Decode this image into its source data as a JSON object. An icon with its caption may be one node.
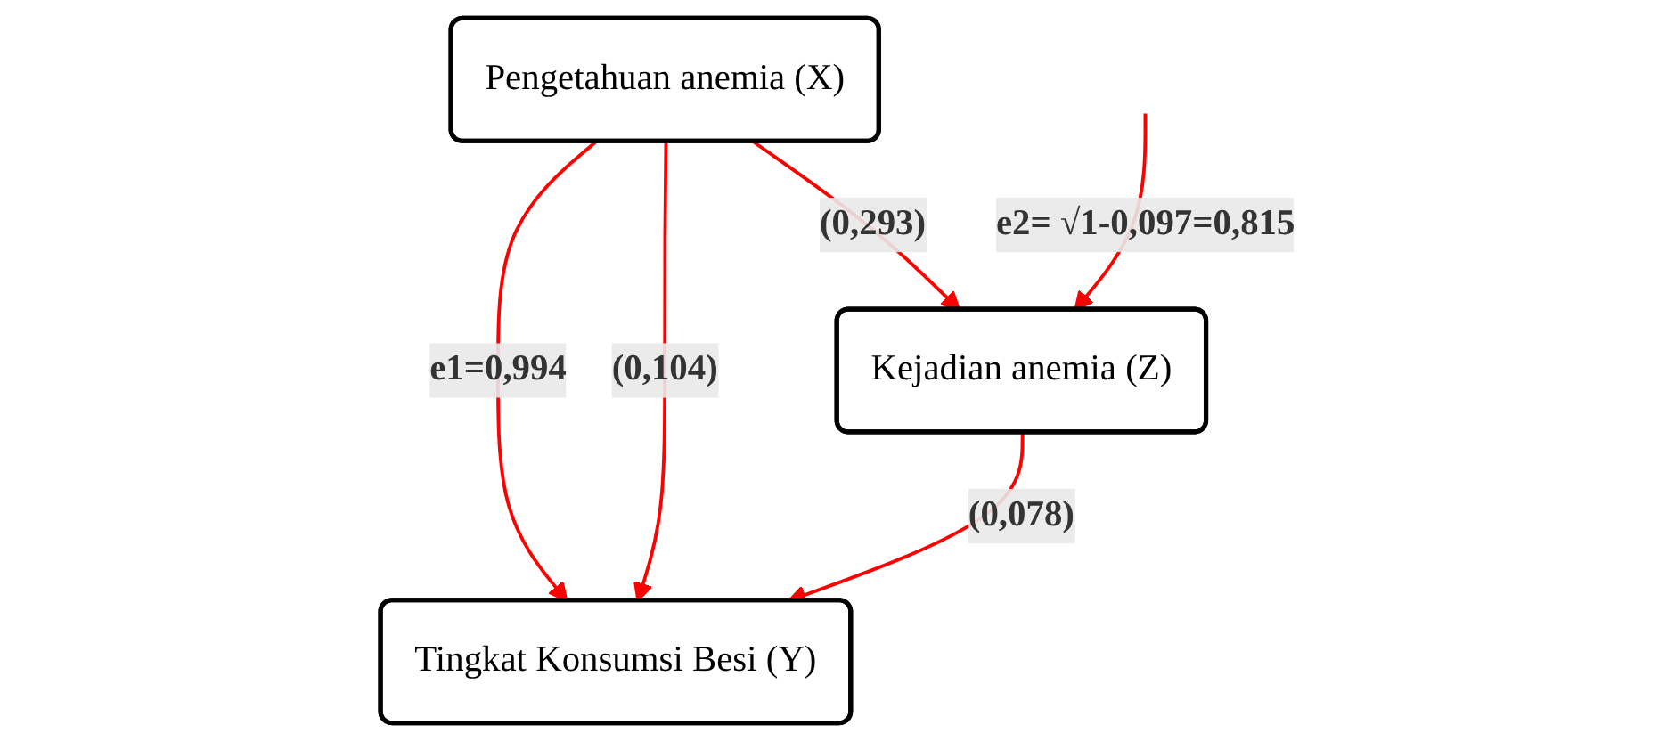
{
  "diagram": {
    "nodes": [
      {
        "text": [
          "Pengetahuan anemia (X)"
        ]
      },
      {
        "text": [
          "Kejadian anemia (Z)"
        ]
      },
      {
        "text": [
          "Tingkat Konsumsi Besi (Y)"
        ]
      }
    ],
    "edges": [
      {
        "from": 0,
        "to": 1,
        "arrow": "to",
        "label": "(0,293)",
        "color": "#ff0000"
      },
      {
        "from": null,
        "to": 1,
        "arrow": "to",
        "label": "e2= √1-0,097=0,815",
        "color": "#ff0000"
      },
      {
        "from": 0,
        "to": 2,
        "arrow": "to",
        "label": "e1=0,994",
        "color": "#ff0000"
      },
      {
        "from": 0,
        "to": 2,
        "arrow": "to",
        "label": "(0,104)",
        "color": "#ff0000"
      },
      {
        "from": 1,
        "to": 2,
        "arrow": "to",
        "label": "(0,078)",
        "color": "#ff0000"
      }
    ]
  }
}
